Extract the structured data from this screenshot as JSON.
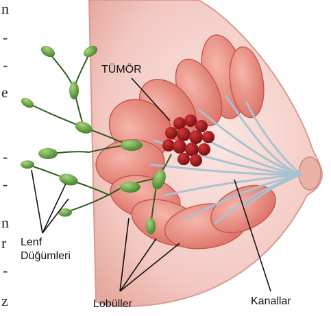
{
  "labels": {
    "tumor": "TÜMÖR",
    "lymph_line1": "Lenf",
    "lymph_line2": "Düğümleri",
    "lobules": "Lobüller",
    "ducts": "Kanallar"
  },
  "side_text": [
    "n",
    "-",
    "-",
    "e",
    "-",
    "-",
    "n",
    "r",
    "-",
    "z"
  ],
  "colors": {
    "skin": "#f7d8d2",
    "lobule": "#e98f84",
    "tumor": "#9b1b1f",
    "lymph_node": "#5e9a3c",
    "duct": "#9fb8c8"
  }
}
